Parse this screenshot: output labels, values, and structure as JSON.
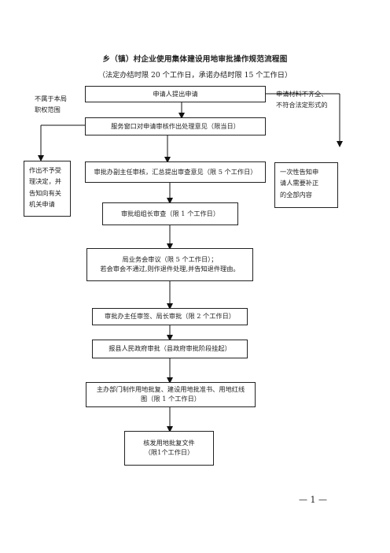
{
  "title": "乡（镇）村企业使用集体建设用地审批操作规范流程图",
  "subtitle": "（法定办结时限 20 个工作日，承诺办结时限 15 个工作日）",
  "side_notes": {
    "left_top": [
      "不属于本局",
      "职权范围"
    ],
    "right_top": [
      "申请材料不齐全、",
      "不符合法定形式的"
    ],
    "left_box": [
      "作出不予受",
      "理决定，并",
      "告知向有关",
      "机关申请"
    ],
    "right_box": [
      "一次性告知申",
      "请人需要补正",
      "的全部内容"
    ]
  },
  "steps": [
    {
      "lines": [
        "申请人提出申请"
      ]
    },
    {
      "lines": [
        "服务窗口对申请审核作出处理意见（限当日）"
      ]
    },
    {
      "lines": [
        "审批办副主任审核，汇总提出审查意见（限 5 个工作日）"
      ]
    },
    {
      "lines": [
        "审批组组长审查（限 1 个工作日）"
      ]
    },
    {
      "lines": [
        "局业务会审议（限 5 个工作日）；",
        "若会审会不通过,则作退件处理,并告知退件理由。"
      ]
    },
    {
      "lines": [
        "审批办主任审签、局长审批（限 2 个工作日）"
      ]
    },
    {
      "lines": [
        "报县人民政府审批（县政府审批阶段挂起）"
      ]
    },
    {
      "lines": [
        "主办部门制作用地批复、建设用地批准书、用地红线",
        "图（限 1 个工作日）"
      ]
    },
    {
      "lines": [
        "核发用地批复文件",
        "（限1个工作日）"
      ]
    }
  ],
  "page_number": "— 1 —"
}
